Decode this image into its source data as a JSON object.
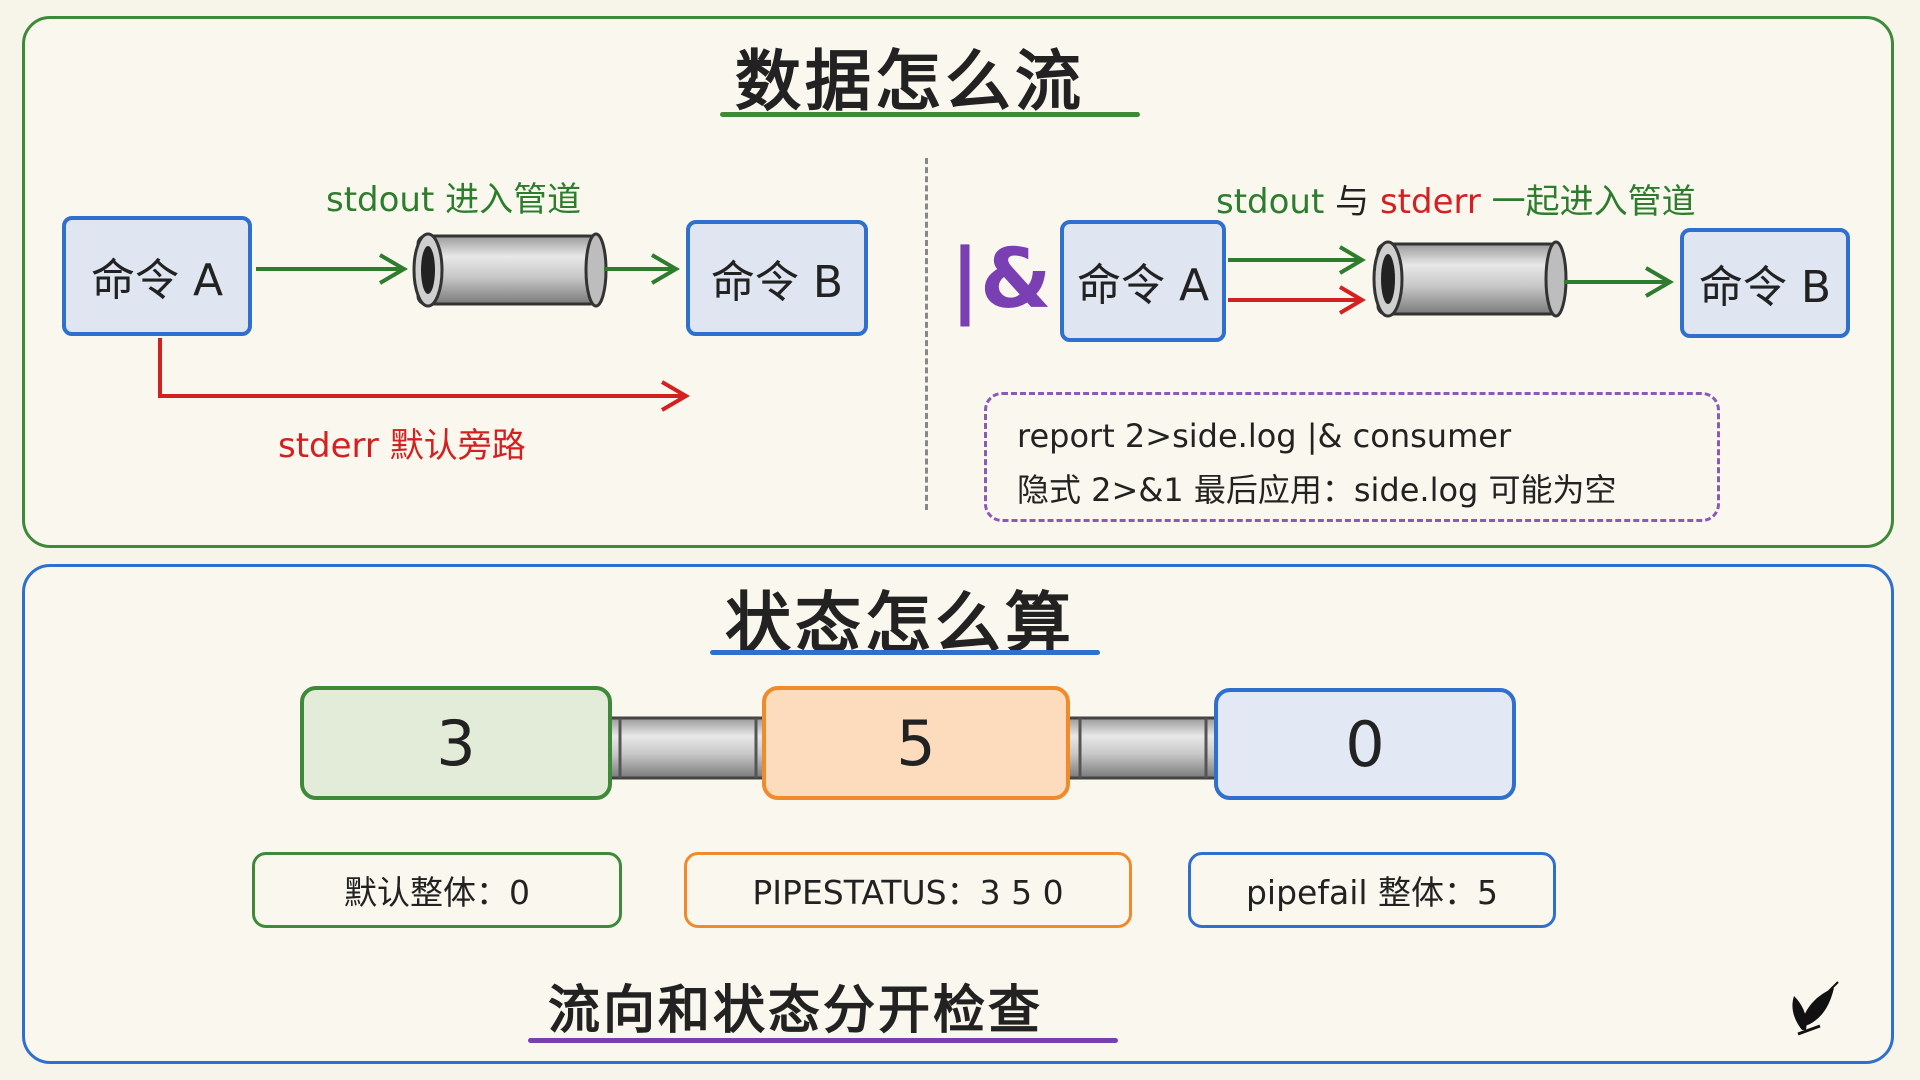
{
  "top": {
    "title": "数据怎么流",
    "left": {
      "cmd_a": "命令 A",
      "cmd_b": "命令 B",
      "stdout_label": "stdout 进入管道",
      "stderr_label": "stderr 默认旁路"
    },
    "right": {
      "operator": "|&",
      "cmd_a": "命令 A",
      "cmd_b": "命令 B",
      "label_stdout": "stdout",
      "label_and": "与",
      "label_stderr": "stderr",
      "label_rest": "一起进入管道",
      "code_line1": "report 2>side.log |& consumer",
      "code_line2": "隐式 2>&1 最后应用：side.log 可能为空"
    }
  },
  "bottom": {
    "title": "状态怎么算",
    "statuses": [
      "3",
      "5",
      "0"
    ],
    "results": {
      "default": "默认整体：0",
      "pipestatus": "PIPESTATUS：3 5 0",
      "pipefail": "pipefail 整体：5"
    },
    "footer": "流向和状态分开检查"
  },
  "colors": {
    "green": "#3f8a3a",
    "blue": "#2f6fd0",
    "red": "#d42020",
    "orange": "#f08a2a",
    "purple": "#8a5ab8"
  },
  "icons": {
    "corner": "butterfly-icon"
  }
}
